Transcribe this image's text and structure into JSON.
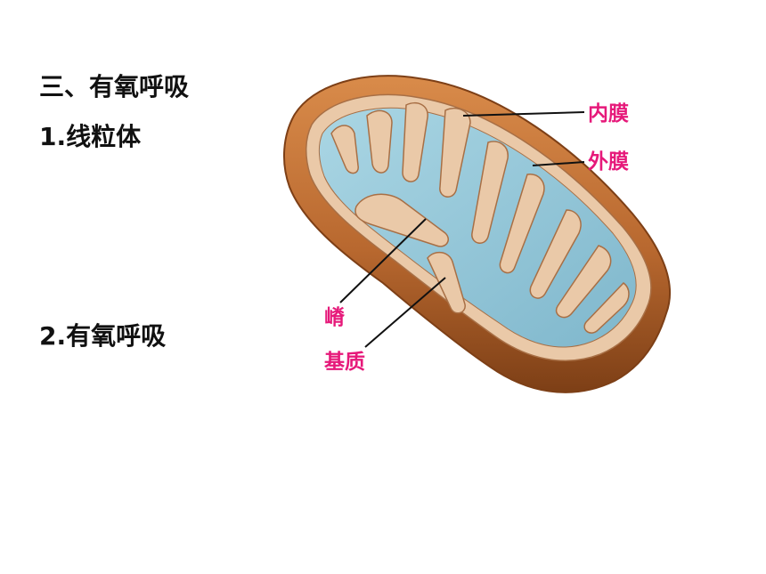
{
  "slide": {
    "title": "三、有氧呼吸",
    "item1": "1.线粒体",
    "item2": "2.有氧呼吸"
  },
  "diagram": {
    "labels": {
      "inner_membrane": "内膜",
      "outer_membrane": "外膜",
      "cristae": "嵴",
      "matrix": "基质"
    },
    "colors": {
      "label": "#e6197a",
      "outer_shell": "#b8682f",
      "shell_dark": "#7d3f16",
      "shell_light": "#d98b4a",
      "membrane": "#eac9a8",
      "membrane_edge": "#a86f45",
      "matrix": "#8ec3d6",
      "matrix_light": "#aad6e4",
      "leader_line": "#111111"
    }
  }
}
